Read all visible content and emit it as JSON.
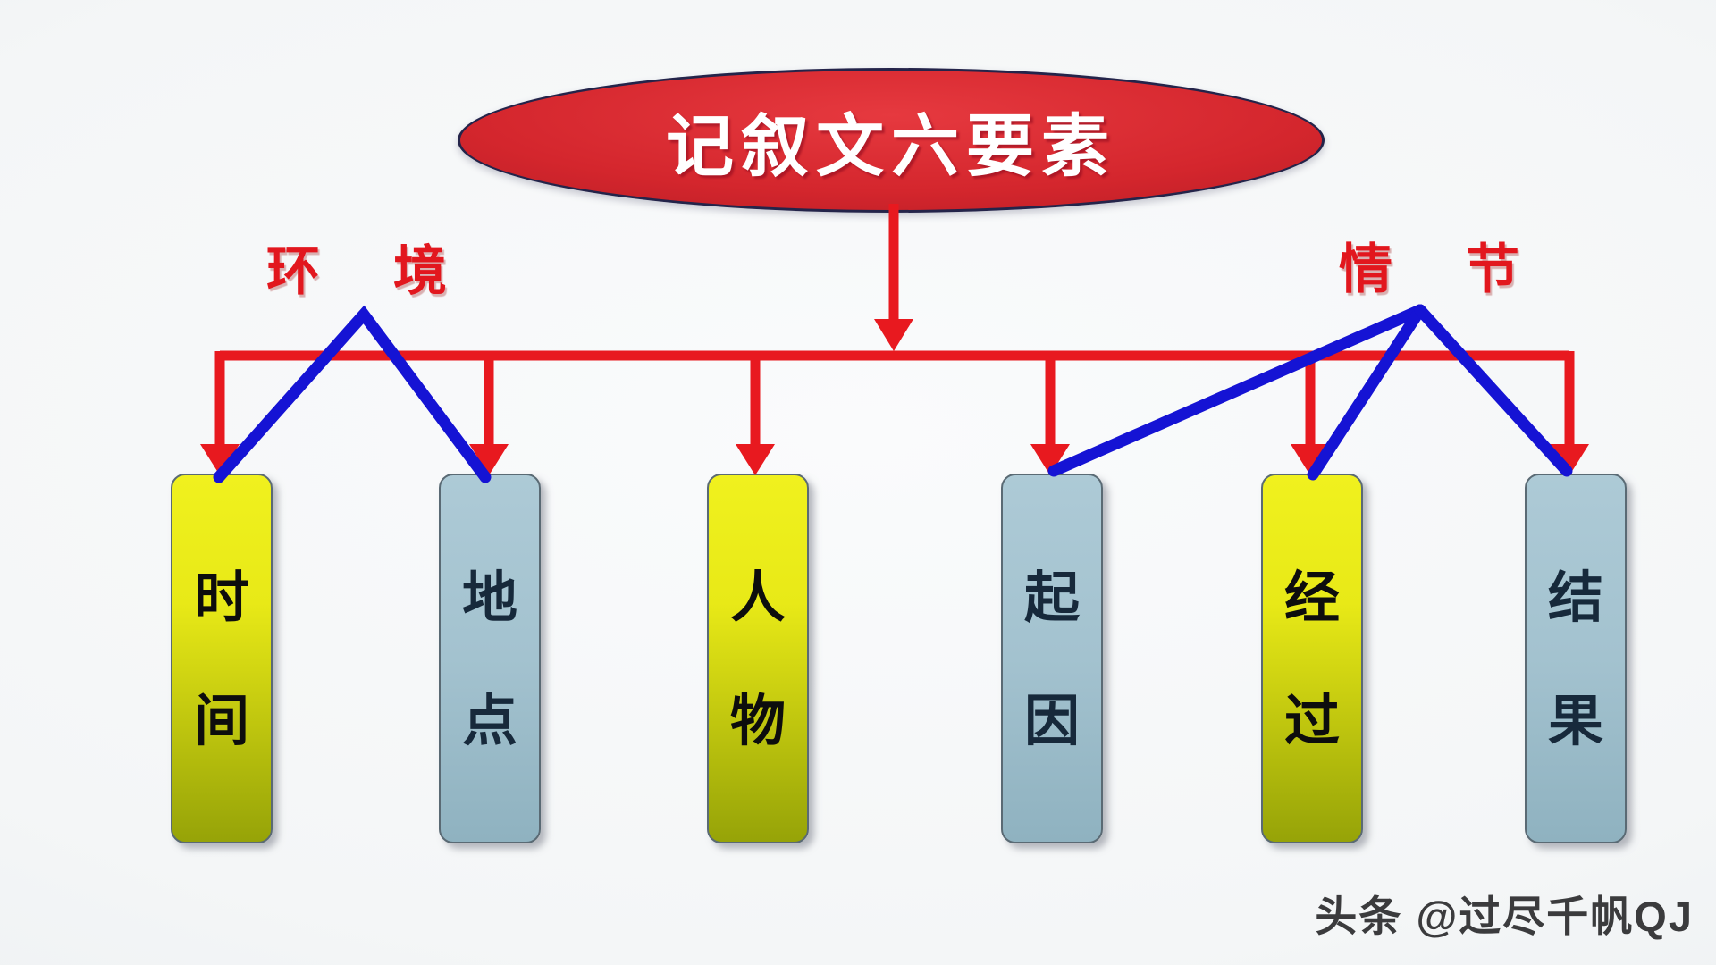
{
  "title": "记叙文六要素",
  "branch_labels": {
    "environment": {
      "char1": "环",
      "char2": "境"
    },
    "plot": {
      "char1": "情",
      "char2": "节"
    }
  },
  "boxes": [
    {
      "name": "time",
      "char1": "时",
      "char2": "间",
      "color_style": "yellow"
    },
    {
      "name": "place",
      "char1": "地",
      "char2": "点",
      "color_style": "blue"
    },
    {
      "name": "person",
      "char1": "人",
      "char2": "物",
      "color_style": "yellow"
    },
    {
      "name": "cause",
      "char1": "起",
      "char2": "因",
      "color_style": "blue"
    },
    {
      "name": "process",
      "char1": "经",
      "char2": "过",
      "color_style": "yellow"
    },
    {
      "name": "result",
      "char1": "结",
      "char2": "果",
      "color_style": "blue"
    }
  ],
  "watermark": "头条 @过尽千帆QJ",
  "colors": {
    "connector_red": "#e8191f",
    "branch_blue": "#1513d4",
    "ellipse_fill": "#c6202a",
    "ellipse_border": "#24244a",
    "label_red": "#e2171e",
    "yellow_box_top": "#f0f11e",
    "yellow_box_bottom": "#96a308",
    "blue_box_top": "#adcad6",
    "blue_box_bottom": "#8fb2c0",
    "background": "#f4f6f7"
  }
}
